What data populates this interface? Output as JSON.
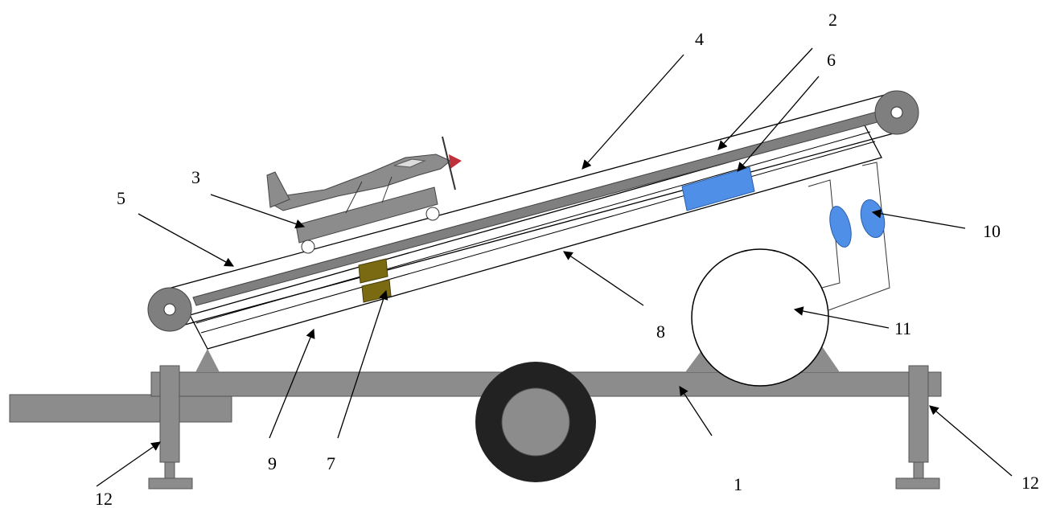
{
  "labels": {
    "l1": "1",
    "l2": "2",
    "l3": "3",
    "l4": "4",
    "l5": "5",
    "l6": "6",
    "l7": "7",
    "l8": "8",
    "l9": "9",
    "l10": "10",
    "l11": "11",
    "l12_left": "12",
    "l12_right": "12"
  },
  "colors": {
    "frame": "#8c8c8c",
    "tire": "#222222",
    "hub": "#8c8c8c",
    "rail": "#7f7f7f",
    "block_blue": "#4f8fe8",
    "block_olive": "#7a6a12",
    "valve_blue": "#4f8fe8",
    "propeller": "#c0303a"
  }
}
